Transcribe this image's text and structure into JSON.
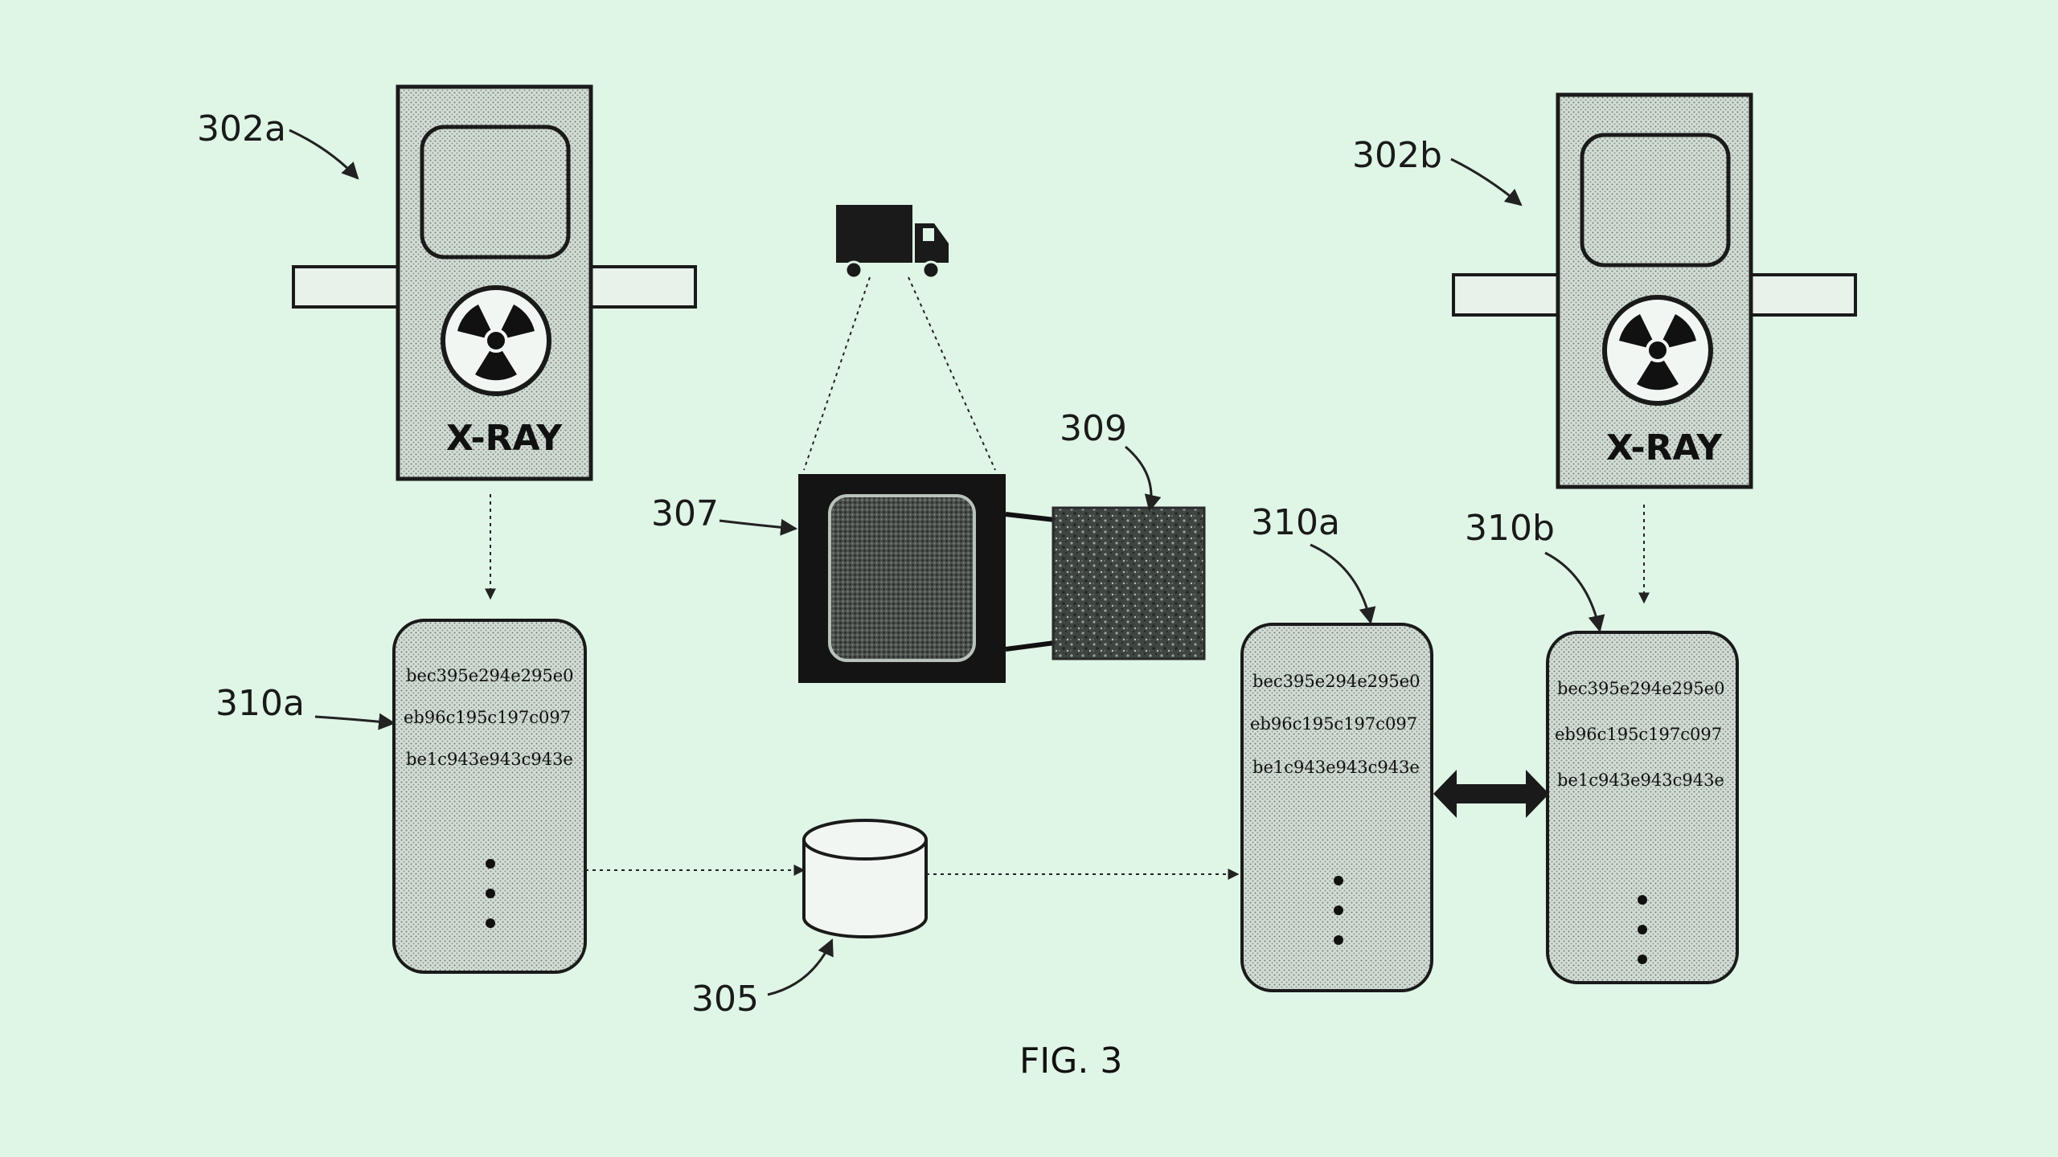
{
  "labels": {
    "scanner_a": "302a",
    "scanner_b": "302b",
    "container": "307",
    "image": "309",
    "database": "305",
    "record_a_left": "310a",
    "record_a_right": "310a",
    "record_b": "310b"
  },
  "scanner_text": "X-RAY",
  "hashes": [
    "bec395e294e295e0",
    "eb96c195c197c097",
    "be1c943e943c943e"
  ],
  "figure_caption": "FIG. 3",
  "icons": {
    "scanner": "radiation-icon",
    "vehicle": "truck-icon",
    "storage": "database-icon",
    "compare": "double-arrow-icon"
  },
  "colors": {
    "background": "#dff5e6",
    "panel_fill": "#c9d6cd",
    "outline": "#1a1a1a"
  }
}
